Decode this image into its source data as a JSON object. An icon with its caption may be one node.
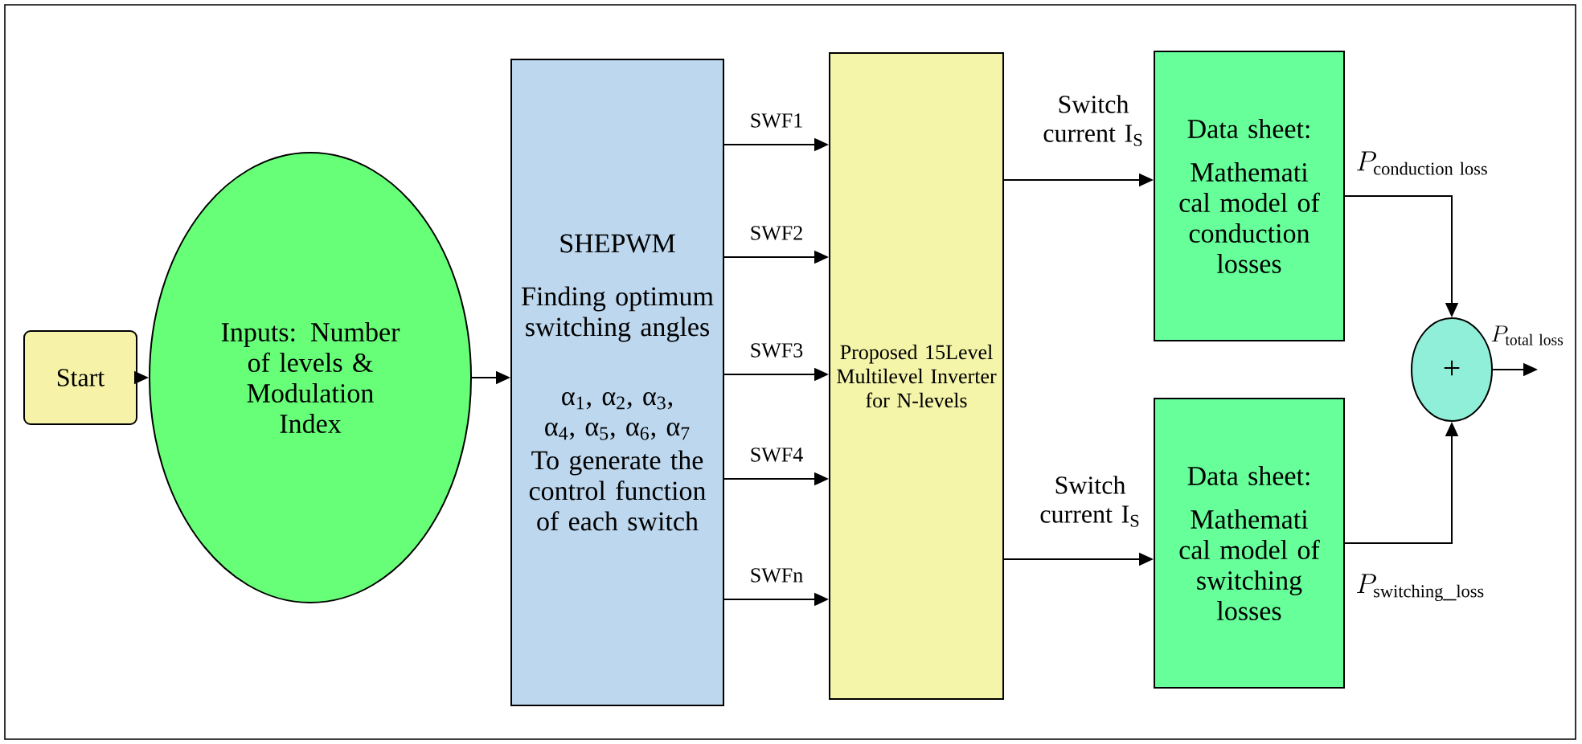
{
  "diagram": {
    "nodes": [
      {
        "text": [
          "Start"
        ]
      },
      {
        "text": [
          "Inputs: Number of levels & Modulation Index"
        ]
      },
      {
        "text": [
          "SHEPWM",
          "Finding optimum switching angles",
          "α$_{1}$, α$_{2}$, α$_{3}$, α$_{4}$, α$_{5}$, α$_{6}$, α$_{7}$",
          "To generate the control function of each switch"
        ]
      },
      {
        "text": [
          "Proposed 15Level Multilevel Inverter for N-levels"
        ]
      },
      {
        "text": [
          "Data sheet:",
          "Mathemati cal model of conduction losses"
        ]
      },
      {
        "text": [
          "Data sheet:",
          "Mathemati cal model of switching losses"
        ]
      },
      {
        "text": [
          "+"
        ]
      }
    ],
    "edges": [
      {
        "from": 0,
        "to": 1,
        "arrow": "to"
      },
      {
        "from": 1,
        "to": 2,
        "arrow": "to"
      },
      {
        "from": 2,
        "to": 3,
        "arrow": "to",
        "label": "SWF1"
      },
      {
        "from": 2,
        "to": 3,
        "arrow": "to",
        "label": "SWF2"
      },
      {
        "from": 2,
        "to": 3,
        "arrow": "to",
        "label": "SWF3"
      },
      {
        "from": 2,
        "to": 3,
        "arrow": "to",
        "label": "SWF4"
      },
      {
        "from": 2,
        "to": 3,
        "arrow": "to",
        "label": "SWFn"
      },
      {
        "from": 3,
        "to": 4,
        "arrow": "to",
        "label": "Switch current I$_{S}$"
      },
      {
        "from": 3,
        "to": 5,
        "arrow": "to",
        "label": "Switch current I$_{S}$"
      },
      {
        "from": 4,
        "to": 6,
        "arrow": "to",
        "label": "P_{\\mathrm{conduction\\ loss}}"
      },
      {
        "from": 5,
        "to": 6,
        "arrow": "to",
        "label": "P_{\\mathrm{switching\\_loss}}"
      },
      {
        "from": 6,
        "to": null,
        "arrow": "to",
        "label": "P_{\\mathrm{total\\ loss}}"
      }
    ]
  }
}
